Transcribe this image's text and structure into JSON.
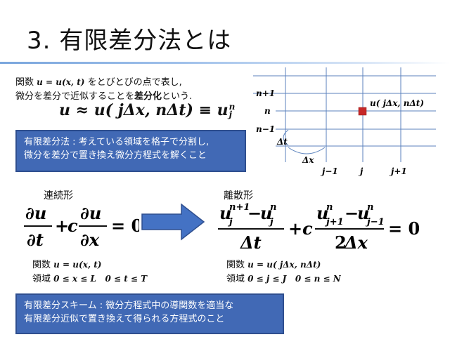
{
  "title": "3. 有限差分法とは",
  "intro": {
    "line1_prefix": "関数",
    "line1_math": "u = u(x, t)",
    "line1_suffix": "をとびとびの点で表し,",
    "line2_prefix": "微分を差分で近似することを",
    "line2_bold": "差分化",
    "line2_suffix": "という."
  },
  "approx_formula": {
    "lhs": "u ≈ u( jΔx, nΔt) ≡ u",
    "sub": "j",
    "sup": "n"
  },
  "definition_box": {
    "line1": "有限差分法 : 考えている領域を格子で分割し,",
    "line2": "微分を差分で置き換え微分方程式を解くこと"
  },
  "grid": {
    "row_labels": [
      "n+1",
      "n",
      "n−1"
    ],
    "col_labels": [
      "j−1",
      "j",
      "j+1"
    ],
    "point_label": "u( jΔx, nΔt)",
    "dt_label": "Δt",
    "dx_label": "Δx",
    "point_color": "#c62828",
    "line_color": "#5b82bd"
  },
  "continuous": {
    "heading": "連続形",
    "func_prefix": "関数",
    "func_math": "u = u(x, t)",
    "domain_prefix": "領域",
    "domain_math": "0 ≤ x ≤ L   0 ≤ t ≤ T"
  },
  "discrete": {
    "heading": "離散形",
    "func_prefix": "関数",
    "func_math": "u = u( jΔx, nΔt)",
    "domain_prefix": "領域",
    "domain_math": "0 ≤ j ≤ J   0 ≤ n ≤ N"
  },
  "arrow_color": "#4472c4",
  "scheme_box": {
    "line1": "有限差分スキーム : 微分方程式中の導関数を適当な",
    "line2": "有限差分近似で置き換えて得られる方程式のこと"
  }
}
